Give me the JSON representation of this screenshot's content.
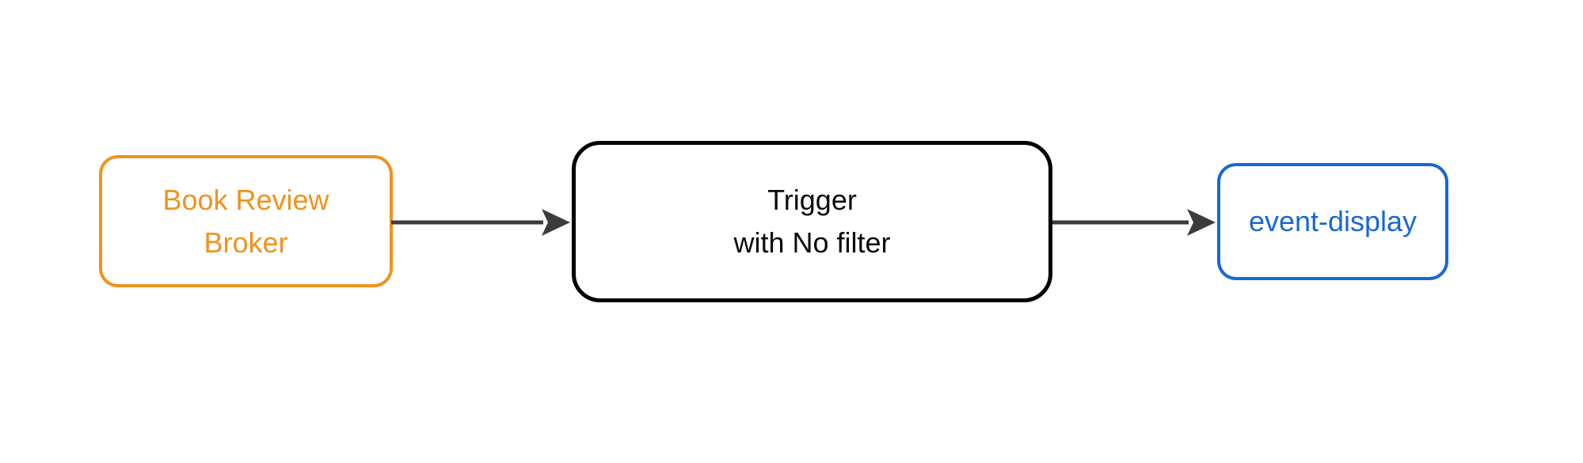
{
  "diagram": {
    "type": "flowchart",
    "direction": "left-to-right",
    "background_color": "#FFFFFF",
    "nodes": [
      {
        "id": "book-review-broker",
        "label": "Book Review\nBroker",
        "shape": "rounded-rect",
        "border_color": "#F0921E",
        "text_color": "#F0921E",
        "fill_color": "#FFFFFF"
      },
      {
        "id": "trigger",
        "label": "Trigger\nwith No filter",
        "shape": "rounded-rect",
        "border_color": "#000000",
        "text_color": "#0B0B0B",
        "fill_color": "#FFFFFF"
      },
      {
        "id": "event-display",
        "label": "event-display",
        "shape": "rounded-rect",
        "border_color": "#1769D1",
        "text_color": "#1769D1",
        "fill_color": "#FFFFFF"
      }
    ],
    "edges": [
      {
        "from": "book-review-broker",
        "to": "trigger",
        "color": "#3C3C3C",
        "style": "solid",
        "arrowhead": "triangle-right"
      },
      {
        "from": "trigger",
        "to": "event-display",
        "color": "#3C3C3C",
        "style": "solid",
        "arrowhead": "triangle-right"
      }
    ]
  }
}
